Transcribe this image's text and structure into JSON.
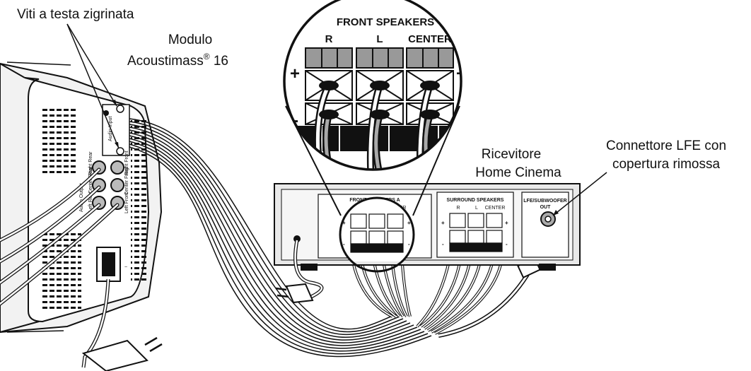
{
  "callouts": {
    "screws": "Viti a testa zigrinata",
    "module_line1": "Modulo",
    "module_line2_prefix": "Acoustimass",
    "module_line2_reg": "®",
    "module_line2_suffix": " 16",
    "receiver_line1": "Ricevitore",
    "receiver_line2": "Home Cinema",
    "lfe_line1": "Connettore LFE con",
    "lfe_line2": "copertura rimossa"
  },
  "magnifier": {
    "title": "FRONT SPEAKERS",
    "labels": [
      "R",
      "L",
      "CENTER"
    ],
    "plus": "+",
    "minus": "-"
  },
  "receiver_panel": {
    "front_title": "FRONT SPEAKERS A",
    "front_labels": [
      "R",
      "L",
      "CENTER"
    ],
    "surround_title": "SURROUND SPEAKERS",
    "surround_labels": [
      "R",
      "L",
      "CENTER"
    ],
    "lfe_line1": "LFE/SUBWOOFER",
    "lfe_line2": "OUT",
    "plus": "+",
    "minus": "-"
  },
  "module_panel": {
    "audio_input": "Audio Input",
    "audio_output": "Audio Output",
    "right_rear": "Right Rear",
    "center_rear": "Center Rear",
    "left_rear": "Left Rear",
    "right_front": "Right Front",
    "center_front": "Center Front",
    "left_front": "Left Front",
    "power_symbol": "~"
  }
}
